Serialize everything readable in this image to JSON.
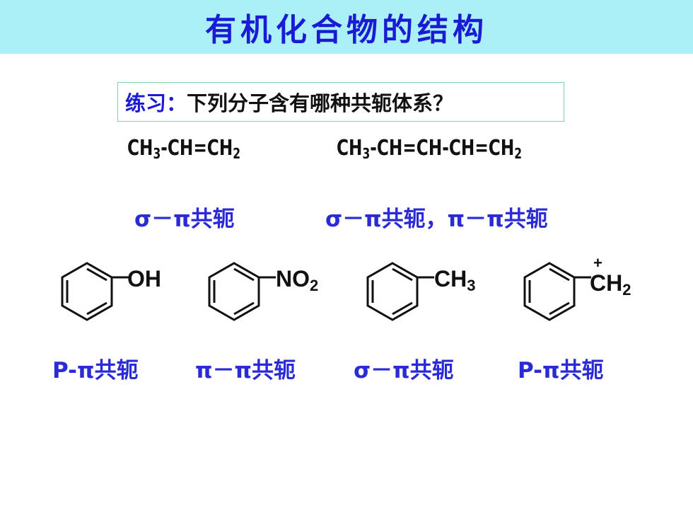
{
  "slide": {
    "title": "有机化合物的结构",
    "question_label": "练习：",
    "question_text": "下列分子含有哪种共轭体系？"
  },
  "row1": {
    "formula1": {
      "a": "CH",
      "a_sub": "3",
      "b": "-CH=CH",
      "b_sub": "2"
    },
    "formula2": {
      "a": "CH",
      "a_sub": "3",
      "b": "-CH=CH-CH=CH",
      "b_sub": "2"
    },
    "answer1": "σ－π共轭",
    "answer2": "σ－π共轭，π－π共轭"
  },
  "molecules": [
    {
      "group": "OH",
      "sub": "",
      "charge": "",
      "answer": "P-π共轭"
    },
    {
      "group": "NO",
      "sub": "2",
      "charge": "",
      "answer": "π－π共轭"
    },
    {
      "group": "CH",
      "sub": "3",
      "charge": "",
      "answer": "σ－π共轭"
    },
    {
      "group": "CH",
      "sub": "2",
      "charge": "+",
      "answer": "P-π共轭"
    }
  ]
}
